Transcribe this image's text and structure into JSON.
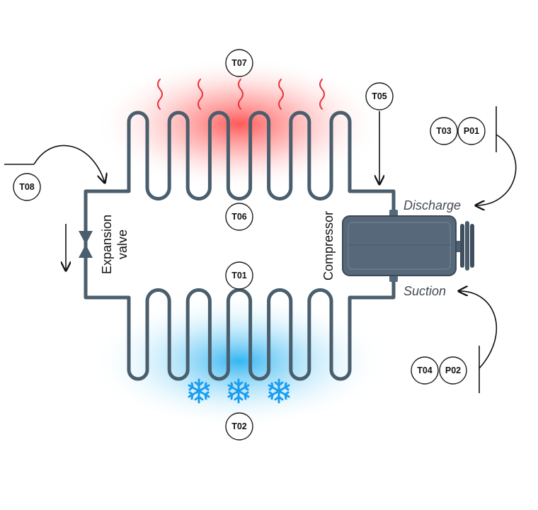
{
  "sensors": {
    "t07": "T07",
    "t05": "T05",
    "t03": "T03",
    "p01": "P01",
    "t08": "T08",
    "t06": "T06",
    "t01": "T01",
    "t04": "T04",
    "p02": "P02",
    "t02": "T02"
  },
  "labels": {
    "discharge": "Discharge",
    "suction": "Suction",
    "compressor": "Compressor",
    "expansion_line1": "Expansion",
    "expansion_line2": "valve"
  },
  "colors": {
    "pipe": "#4a5e6d",
    "compressor_body": "#56687a",
    "heat_glow": "#ff4d4d",
    "cold_glow": "#1fb1ef",
    "heat_waves": "#e8343a",
    "snowflake": "#1a9df0"
  },
  "icons": {
    "heat": "heat-wave-icon",
    "cold": "snowflake-icon",
    "valve": "expansion-valve-icon",
    "compressor": "compressor-icon"
  }
}
